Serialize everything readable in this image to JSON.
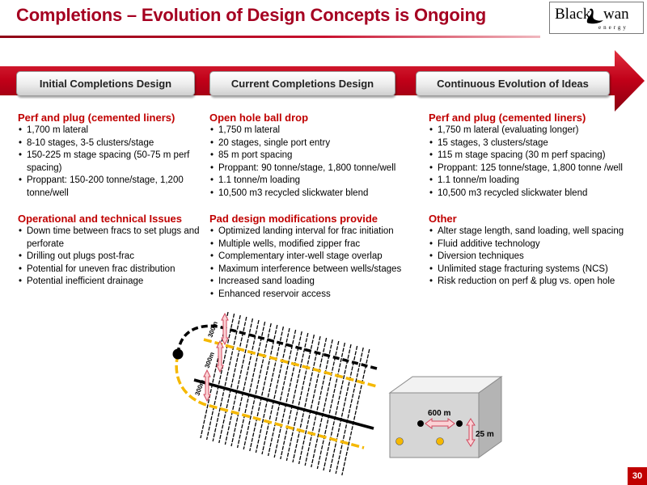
{
  "header": {
    "title": "Completions – Evolution of Design Concepts is Ongoing",
    "logo": {
      "word1": "Black",
      "word2": "wan",
      "sub": "energy"
    }
  },
  "stages": [
    {
      "label": "Initial Completions Design"
    },
    {
      "label": "Current Completions Design"
    },
    {
      "label": "Continuous Evolution of Ideas"
    }
  ],
  "columns": [
    {
      "sections": [
        {
          "heading": "Perf and plug (cemented liners)",
          "items": [
            "1,700 m lateral",
            "8-10 stages, 3-5 clusters/stage",
            "150-225 m stage spacing (50-75 m perf spacing)",
            "Proppant: 150-200 tonne/stage, 1,200 tonne/well"
          ]
        },
        {
          "heading": "Operational and technical Issues",
          "items": [
            "Down time between fracs to set plugs and perforate",
            "Drilling out plugs post-frac",
            "Potential for uneven frac distribution",
            "Potential inefficient drainage"
          ]
        }
      ]
    },
    {
      "sections": [
        {
          "heading": "Open hole ball drop",
          "items": [
            "1,750 m lateral",
            "20 stages, single port entry",
            "85 m port spacing",
            "Proppant: 90 tonne/stage, 1,800 tonne/well",
            "1.1 tonne/m loading",
            "10,500 m3 recycled slickwater blend"
          ]
        },
        {
          "heading": "Pad design modifications provide",
          "items": [
            "Optimized landing interval for frac initiation",
            "Multiple wells, modified zipper frac",
            "Complementary inter-well stage overlap",
            "Maximum interference between wells/stages",
            "Increased sand loading",
            "Enhanced reservoir access"
          ]
        }
      ]
    },
    {
      "sections": [
        {
          "heading": "Perf and plug (cemented liners)",
          "items": [
            "1,750 m lateral (evaluating longer)",
            "15 stages, 3 clusters/stage",
            "115 m stage spacing (30 m perf spacing)",
            "Proppant: 125 tonne/stage, 1,800 tonne /well",
            "1.1 tonne/m loading",
            "10,500 m3 recycled slickwater blend"
          ]
        },
        {
          "heading": "Other",
          "items": [
            "Alter stage length, sand loading, well spacing",
            "Fluid additive technology",
            "Diversion techniques",
            "Unlimited stage fracturing systems (NCS)",
            "Risk reduction on perf & plug vs. open hole"
          ]
        }
      ]
    }
  ],
  "diagram": {
    "pad_labels": [
      "300m",
      "300m",
      "300m"
    ],
    "box_labels": [
      "600 m",
      "25 m"
    ]
  },
  "colors": {
    "brand_red": "#c00000",
    "well_yellow": "#f5b800"
  },
  "footer": {
    "page_number": "30"
  }
}
